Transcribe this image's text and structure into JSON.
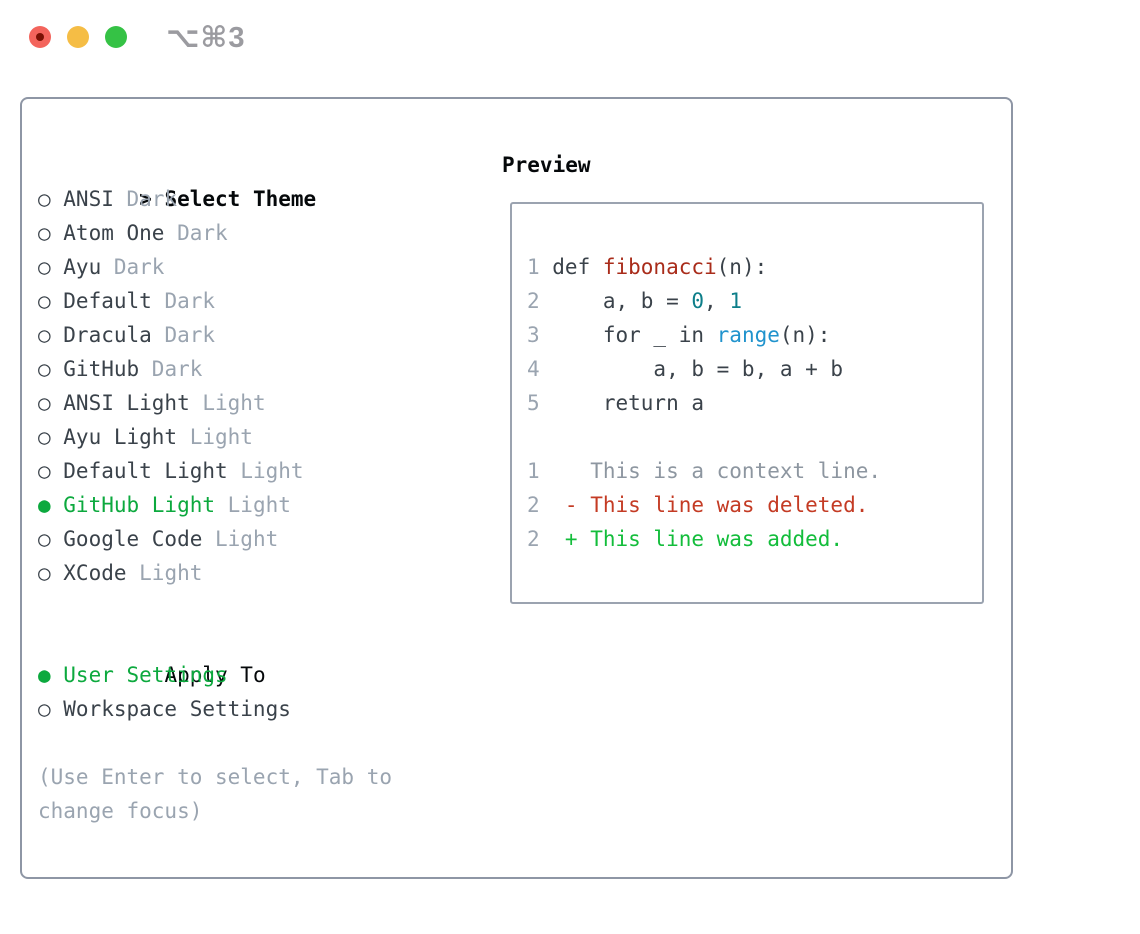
{
  "window": {
    "shortcut_label": "⌥⌘3",
    "traffic_lights": [
      "close",
      "minimize",
      "zoom"
    ],
    "close_has_unsaved_dot": true
  },
  "theme_list": {
    "header_marker": ">",
    "header_label": "Select Theme",
    "unselected_marker": "○",
    "selected_marker": "●",
    "items": [
      {
        "name": "ANSI",
        "variant": "Dark",
        "selected": false
      },
      {
        "name": "Atom One",
        "variant": "Dark",
        "selected": false
      },
      {
        "name": "Ayu",
        "variant": "Dark",
        "selected": false
      },
      {
        "name": "Default",
        "variant": "Dark",
        "selected": false
      },
      {
        "name": "Dracula",
        "variant": "Dark",
        "selected": false
      },
      {
        "name": "GitHub",
        "variant": "Dark",
        "selected": false
      },
      {
        "name": "ANSI Light",
        "variant": "Light",
        "selected": false
      },
      {
        "name": "Ayu Light",
        "variant": "Light",
        "selected": false
      },
      {
        "name": "Default Light",
        "variant": "Light",
        "selected": false
      },
      {
        "name": "GitHub Light",
        "variant": "Light",
        "selected": true
      },
      {
        "name": "Google Code",
        "variant": "Light",
        "selected": false
      },
      {
        "name": "XCode",
        "variant": "Light",
        "selected": false
      }
    ]
  },
  "apply_to": {
    "header_label": "Apply To",
    "options": [
      {
        "label": "User Settings",
        "selected": true
      },
      {
        "label": "Workspace Settings",
        "selected": false
      }
    ]
  },
  "help": {
    "line1": "(Use Enter to select, Tab to",
    "line2": "change focus)"
  },
  "preview": {
    "title": "Preview",
    "code_lines": [
      {
        "num": "1",
        "segs": [
          {
            "t": "def ",
            "c": "fg"
          },
          {
            "t": "fibonacci",
            "c": "func"
          },
          {
            "t": "(n):",
            "c": "fg"
          }
        ]
      },
      {
        "num": "2",
        "segs": [
          {
            "t": "    a, b = ",
            "c": "fg"
          },
          {
            "t": "0",
            "c": "num"
          },
          {
            "t": ", ",
            "c": "fg"
          },
          {
            "t": "1",
            "c": "num"
          }
        ]
      },
      {
        "num": "3",
        "segs": [
          {
            "t": "    for _ in ",
            "c": "fg"
          },
          {
            "t": "range",
            "c": "builtin"
          },
          {
            "t": "(n):",
            "c": "fg"
          }
        ]
      },
      {
        "num": "4",
        "segs": [
          {
            "t": "        a, b = b, a + b",
            "c": "fg"
          }
        ]
      },
      {
        "num": "5",
        "segs": [
          {
            "t": "    return a",
            "c": "fg"
          }
        ]
      },
      {
        "num": "",
        "segs": []
      },
      {
        "num": "1",
        "segs": [
          {
            "t": "   This is a context line.",
            "c": "ctx"
          }
        ]
      },
      {
        "num": "2",
        "segs": [
          {
            "t": " - This line was deleted.",
            "c": "del"
          }
        ]
      },
      {
        "num": "2",
        "segs": [
          {
            "t": " + This line was added.",
            "c": "add"
          }
        ]
      }
    ]
  },
  "colors": {
    "accent_green": "#0ca93e",
    "added_green": "#13bd3b",
    "deleted_red": "#c43b24",
    "function_red": "#a92c1a",
    "number_teal": "#0d7e89",
    "builtin_blue": "#2093cd",
    "text_dark": "#3a424a",
    "muted_gray": "#9aa4b0",
    "context_gray": "#8d96a0",
    "header_black": "#05080a",
    "panel_border": "#8e96a5",
    "preview_border": "#9ba3b0",
    "titlebar_gray": "#9b9ba0",
    "traffic_red": "#f3645c",
    "traffic_red_dot": "#7a1104",
    "traffic_yellow": "#f5bd45",
    "traffic_green": "#35c245"
  }
}
